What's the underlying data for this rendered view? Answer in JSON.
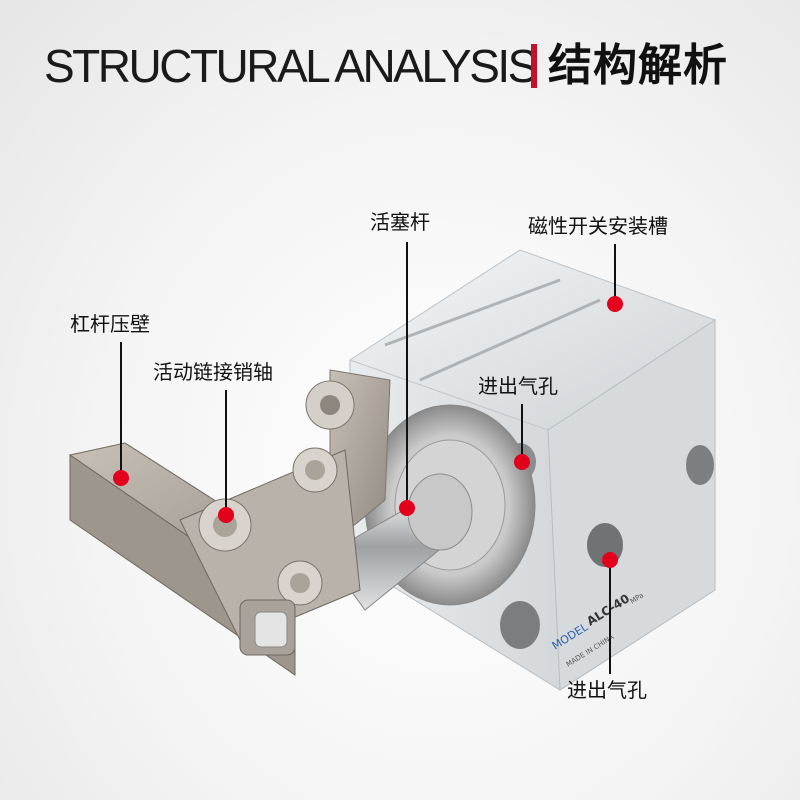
{
  "header": {
    "title_en": "STRUCTURAL ANALYSIS",
    "title_cn": "结构解析",
    "accent_color": "#c8102e"
  },
  "callouts": {
    "piston_rod": "活塞杆",
    "magnetic_switch_slot": "磁性开关安装槽",
    "lever_press_wall": "杠杆压壁",
    "link_pin_shaft": "活动链接销轴",
    "air_port_upper": "进出气孔",
    "air_port_lower": "进出气孔"
  },
  "product": {
    "model_prefix": "MODEL",
    "model": "ALC-40",
    "origin": "MADE IN CHINA",
    "pressure_unit": "MPa"
  },
  "colors": {
    "dot": "#e3001b",
    "aluminum": "#d9dde0",
    "steel": "#a9a39c"
  }
}
